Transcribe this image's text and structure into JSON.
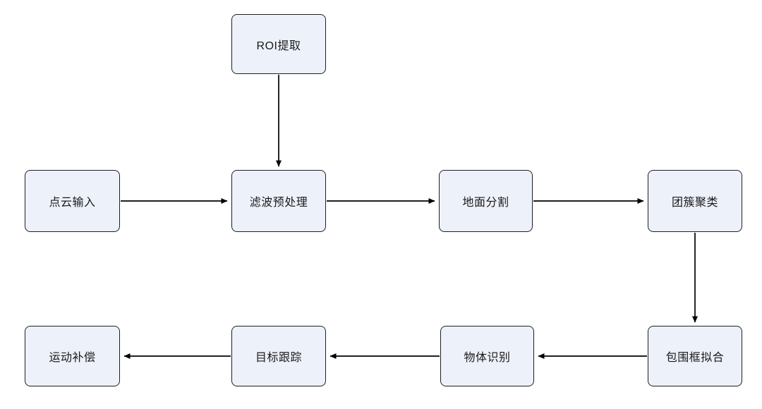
{
  "diagram": {
    "type": "flowchart",
    "language": "zh-CN",
    "nodes": [
      {
        "id": "roi",
        "label": "ROI提取"
      },
      {
        "id": "input",
        "label": "点云输入"
      },
      {
        "id": "filter",
        "label": "滤波预处理"
      },
      {
        "id": "ground",
        "label": "地面分割"
      },
      {
        "id": "cluster",
        "label": "团簇聚类"
      },
      {
        "id": "motion",
        "label": "运动补偿"
      },
      {
        "id": "track",
        "label": "目标跟踪"
      },
      {
        "id": "object",
        "label": "物体识别"
      },
      {
        "id": "bbox",
        "label": "包围框拟合"
      }
    ],
    "edges": [
      {
        "from": "roi",
        "to": "filter",
        "direction": "down"
      },
      {
        "from": "input",
        "to": "filter",
        "direction": "right"
      },
      {
        "from": "filter",
        "to": "ground",
        "direction": "right"
      },
      {
        "from": "ground",
        "to": "cluster",
        "direction": "right"
      },
      {
        "from": "cluster",
        "to": "bbox",
        "direction": "down"
      },
      {
        "from": "bbox",
        "to": "object",
        "direction": "left"
      },
      {
        "from": "object",
        "to": "track",
        "direction": "left"
      },
      {
        "from": "track",
        "to": "motion",
        "direction": "left"
      }
    ],
    "colors": {
      "background": "#ffffff",
      "node_fill": "#edf1fa",
      "node_border": "#1f1f1f",
      "arrow": "#000000",
      "text": "#1a1a1a"
    }
  }
}
